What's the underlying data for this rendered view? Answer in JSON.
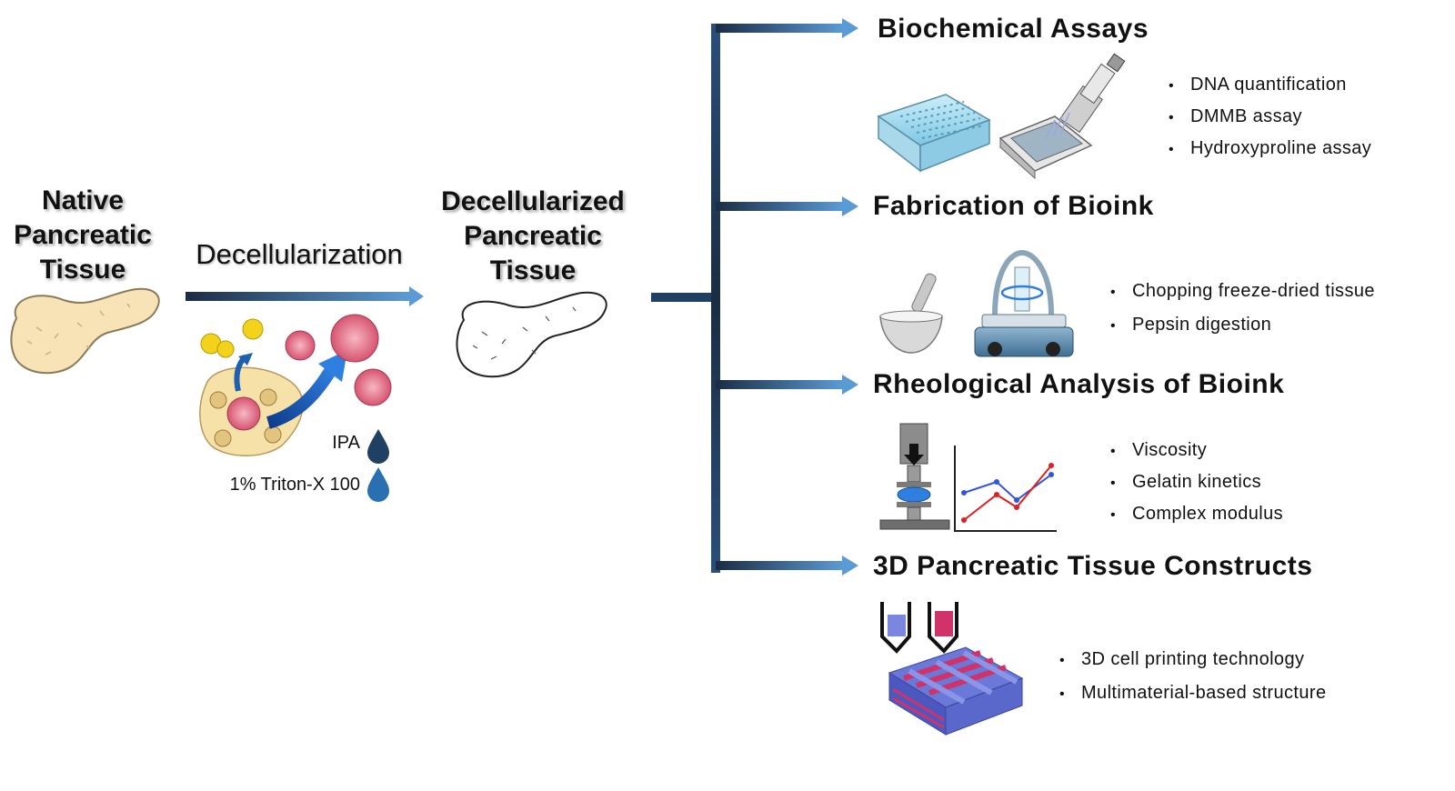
{
  "left": {
    "native_title": [
      "Native",
      "Pancreatic",
      "Tissue"
    ],
    "process_label": "Decellularization",
    "reagents": [
      "IPA",
      "1% Triton-X 100"
    ],
    "decell_title": [
      "Decellularized",
      "Pancreatic",
      "Tissue"
    ]
  },
  "sections": [
    {
      "title": "Biochemical Assays",
      "bullets": [
        "DNA quantification",
        "DMMB assay",
        "Hydroxyproline assay"
      ]
    },
    {
      "title": "Fabrication of Bioink",
      "bullets": [
        "Chopping freeze-dried tissue",
        "Pepsin digestion"
      ]
    },
    {
      "title": "Rheological Analysis of Bioink",
      "bullets": [
        "Viscosity",
        "Gelatin kinetics",
        "Complex modulus"
      ]
    },
    {
      "title": "3D Pancreatic Tissue Constructs",
      "bullets": [
        "3D cell printing technology",
        "Multimaterial-based structure"
      ]
    }
  ],
  "colors": {
    "arrow_dark": "#1b2c44",
    "arrow_light": "#5b9bd5",
    "tissue": "#f7e3b5",
    "droplet": "#1f4e79"
  }
}
